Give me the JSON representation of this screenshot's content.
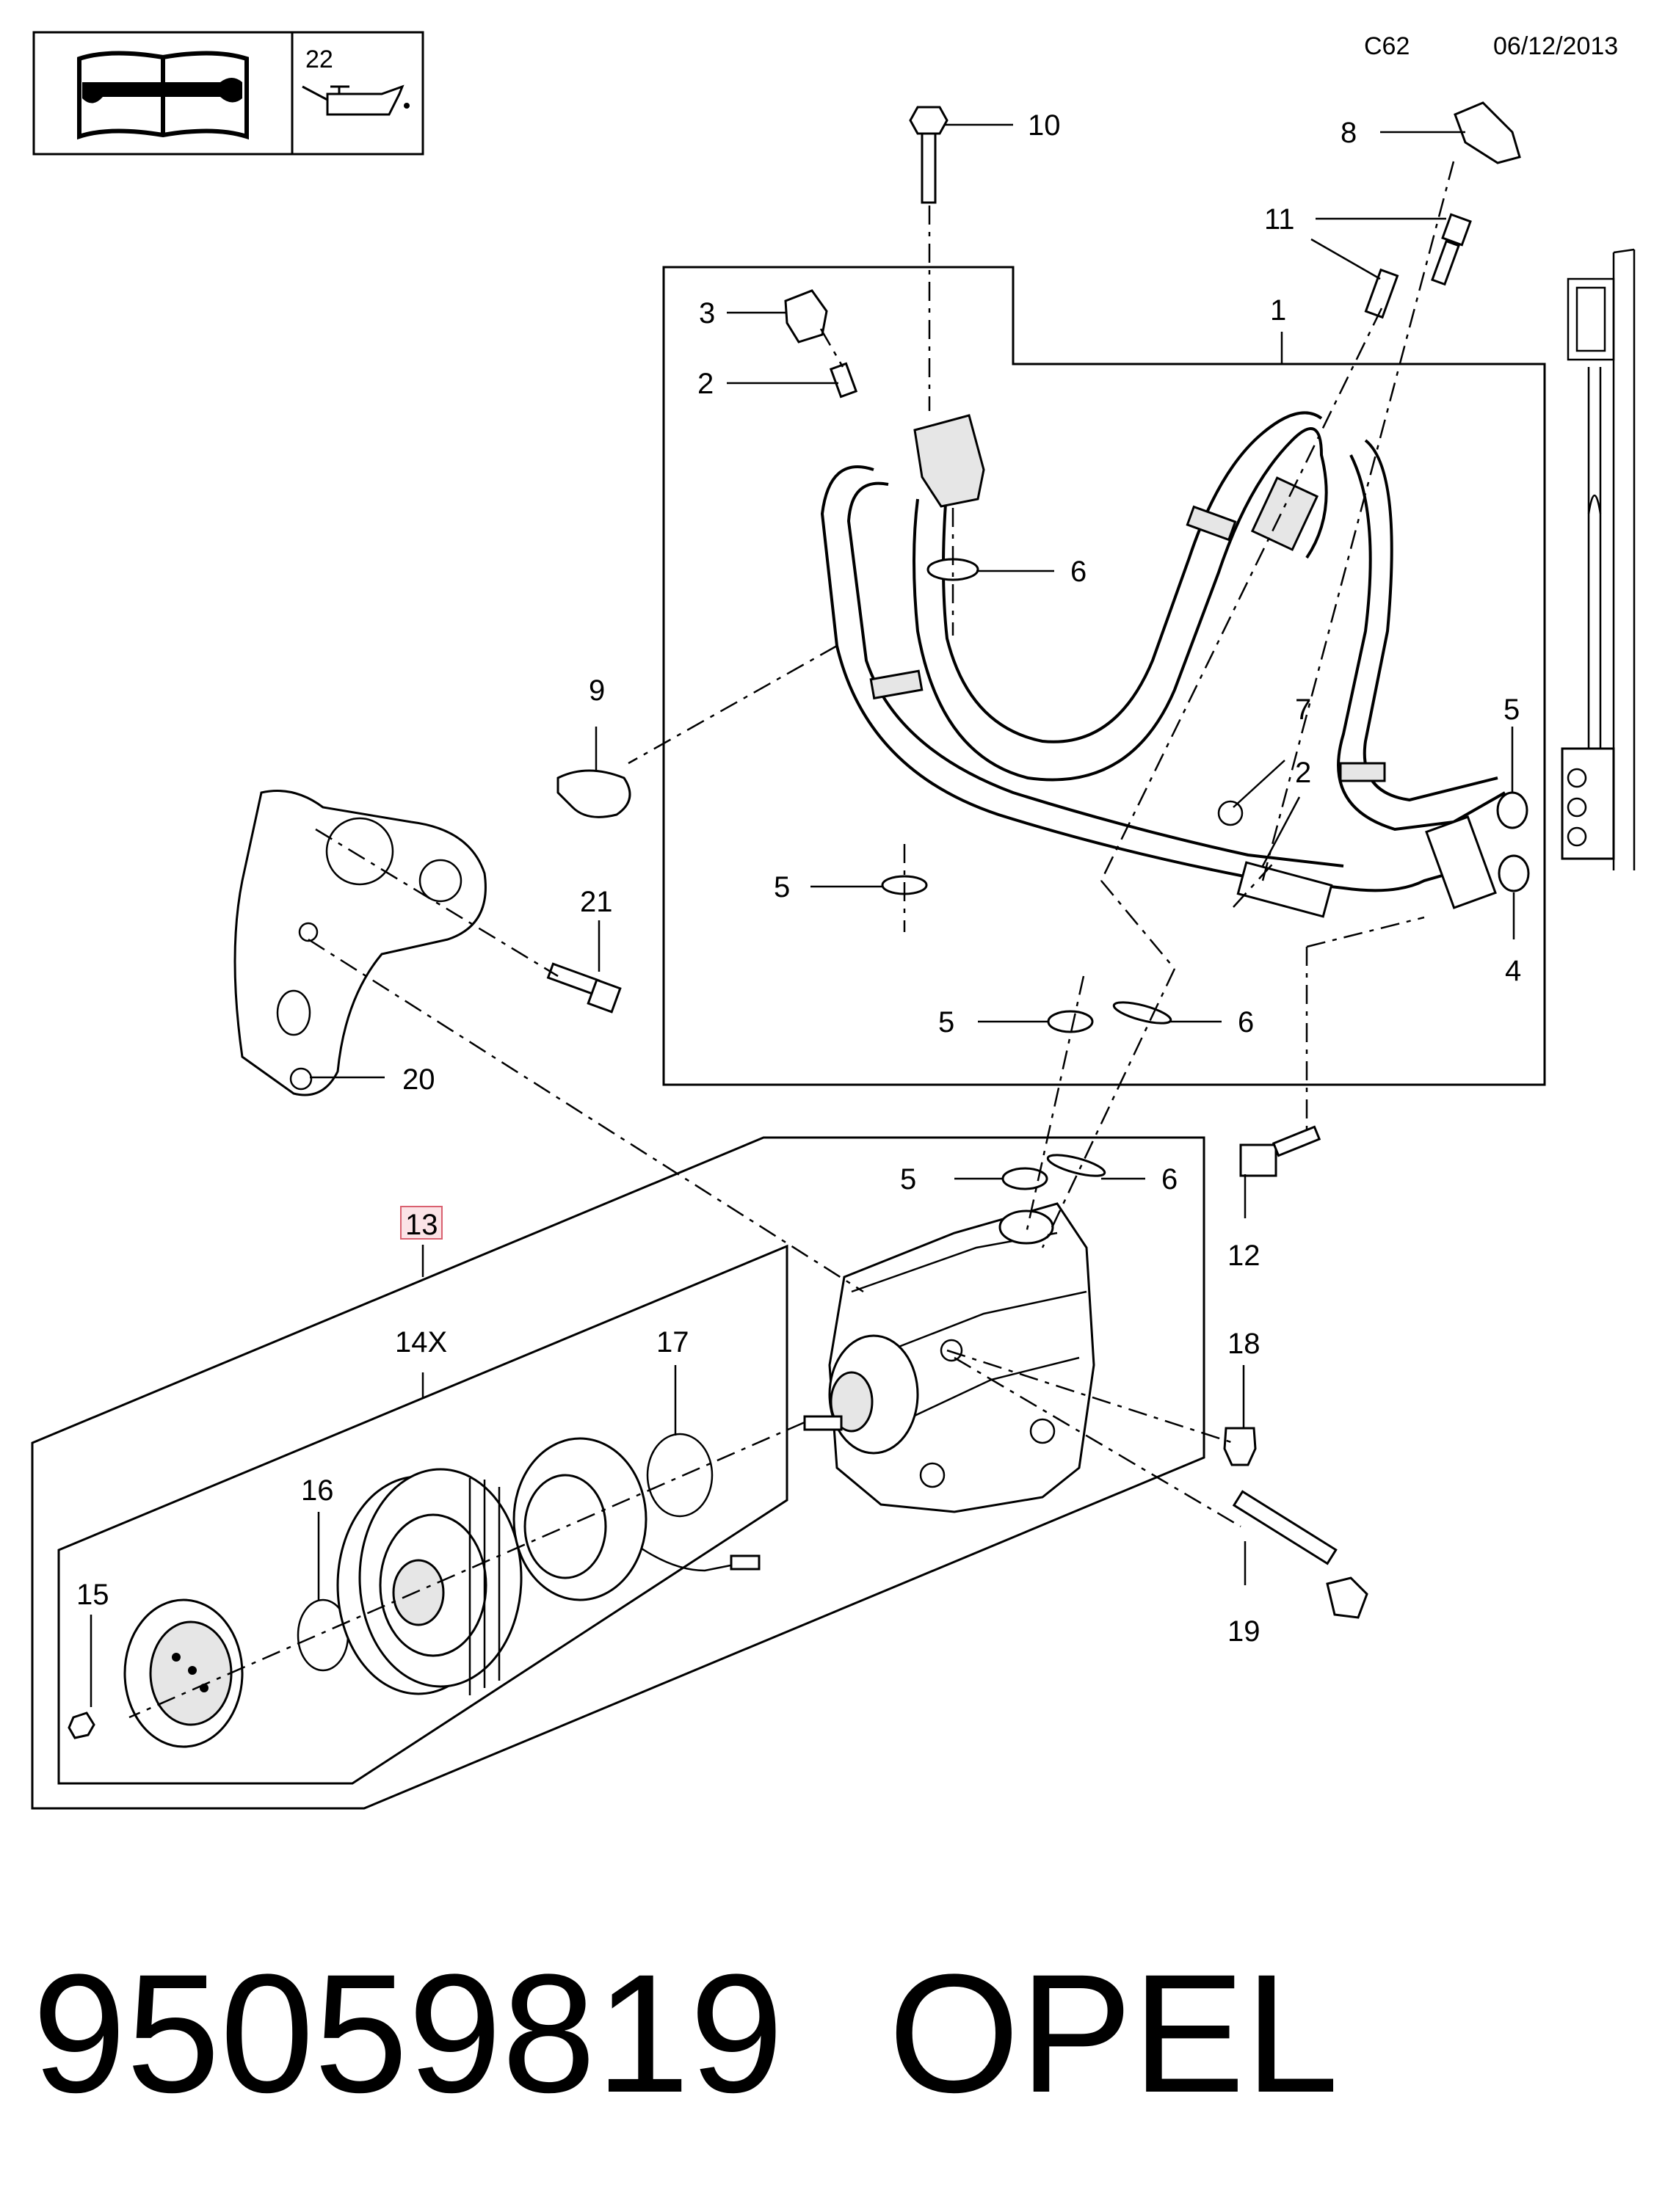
{
  "header": {
    "section_code": "C62",
    "date": "06/12/2013",
    "manual_ref_number": "22",
    "book_icon": "manual-wrench-icon",
    "oil_icon": "oil-can-icon"
  },
  "callouts": {
    "c1": "1",
    "c2a": "2",
    "c2b": "2",
    "c3": "3",
    "c4": "4",
    "c5a": "5",
    "c5b": "5",
    "c5c": "5",
    "c5d": "5",
    "c6a": "6",
    "c6b": "6",
    "c6c": "6",
    "c7": "7",
    "c8": "8",
    "c9": "9",
    "c10": "10",
    "c11": "11",
    "c12": "12",
    "c13": "13",
    "c14": "14X",
    "c15": "15",
    "c16": "16",
    "c17": "17",
    "c18": "18",
    "c19": "19",
    "c20": "20",
    "c21": "21"
  },
  "footer": {
    "part_number": "95059819",
    "brand": "OPEL"
  },
  "highlight_color": "#e8a0a8"
}
